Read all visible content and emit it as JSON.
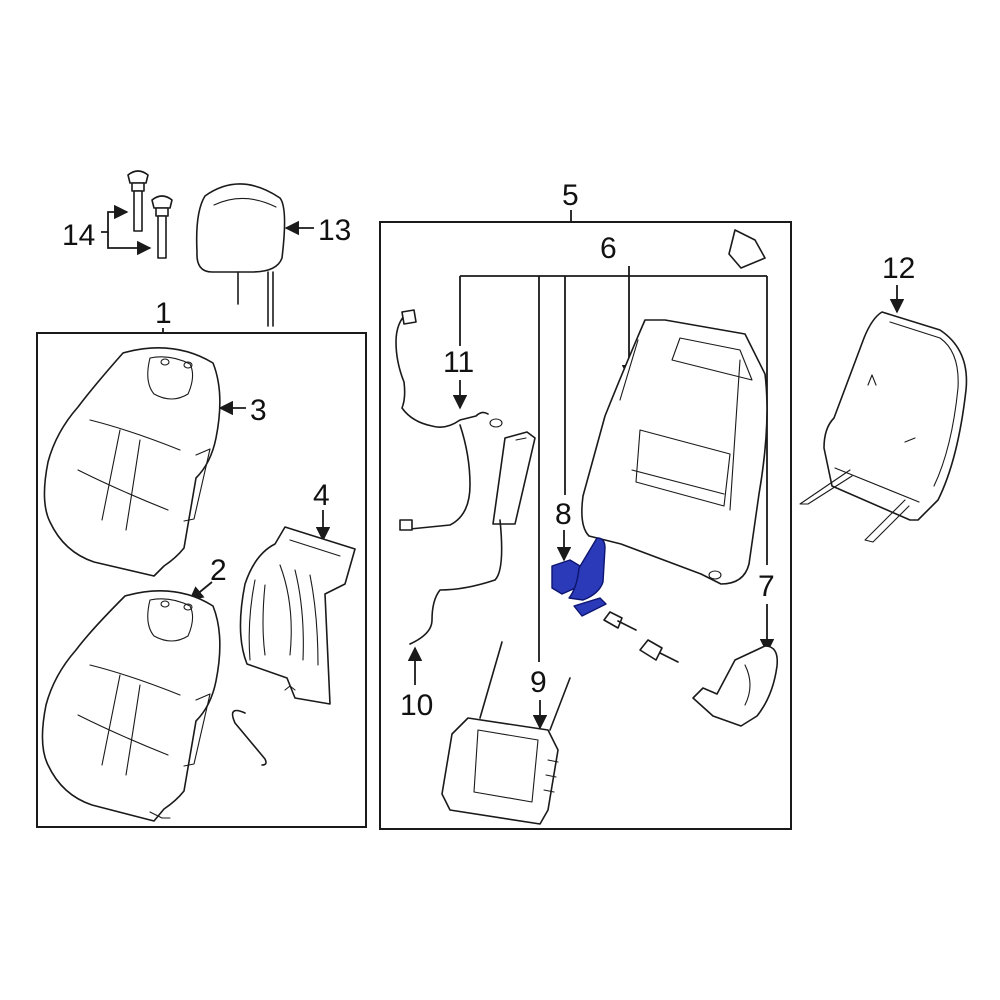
{
  "diagram": {
    "callouts": [
      {
        "id": "1",
        "text": "1"
      },
      {
        "id": "2",
        "text": "2"
      },
      {
        "id": "3",
        "text": "3"
      },
      {
        "id": "4",
        "text": "4"
      },
      {
        "id": "5",
        "text": "5"
      },
      {
        "id": "6",
        "text": "6"
      },
      {
        "id": "7",
        "text": "7"
      },
      {
        "id": "8",
        "text": "8"
      },
      {
        "id": "9",
        "text": "9"
      },
      {
        "id": "10",
        "text": "10"
      },
      {
        "id": "11",
        "text": "11"
      },
      {
        "id": "12",
        "text": "12"
      },
      {
        "id": "13",
        "text": "13"
      },
      {
        "id": "14",
        "text": "14"
      }
    ],
    "highlighted_part": "8",
    "highlight_color": "#2a3ab8",
    "line_color": "#1a1a1a",
    "background_color": "#ffffff"
  }
}
